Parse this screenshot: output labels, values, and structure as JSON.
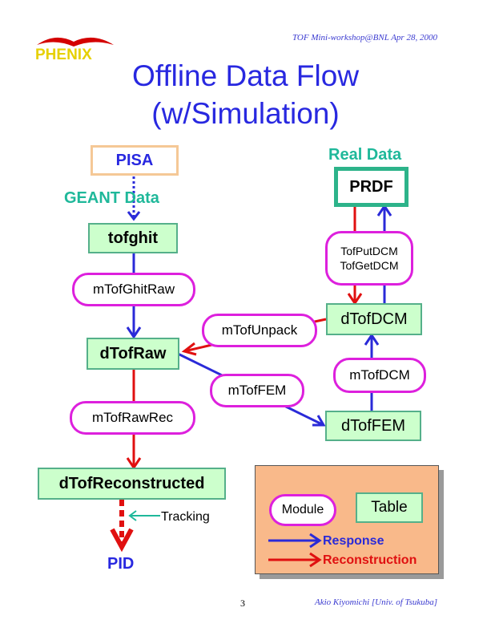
{
  "header": {
    "event": "TOF Mini-workshop@BNL   Apr 28, 2000",
    "logo": "PHENIX"
  },
  "title": {
    "line1": "Offline Data Flow",
    "line2": "(w/Simulation)"
  },
  "sources": {
    "pisa": "PISA",
    "geant_data": "GEANT Data",
    "real_data": "Real Data",
    "prdf": "PRDF"
  },
  "tables": {
    "tofghit": "tofghit",
    "dtofraw": "dTofRaw",
    "dtofreconstructed": "dTofReconstructed",
    "dtofdcm": "dTofDCM",
    "dtoffem": "dTofFEM"
  },
  "modules": {
    "mtofghitraw": "mTofGhitRaw",
    "mtofrawrec": "mTofRawRec",
    "mtofunpack": "mTofUnpack",
    "mtoffem": "mTofFEM",
    "mtofdcm": "mTofDCM",
    "tofputdcm": "TofPutDCM",
    "tofgetdcm": "TofGetDCM"
  },
  "output": {
    "tracking": "Tracking",
    "pid": "PID"
  },
  "legend": {
    "module": "Module",
    "table": "Table",
    "response": "Response",
    "reconstruction": "Reconstruction"
  },
  "footer": {
    "page": "3",
    "author": "Akio Kiyomichi [Univ. of Tsukuba]"
  },
  "colors": {
    "title": "#2828e0",
    "source_text": "#2828e0",
    "data_label": "#1fb89a",
    "response_arrow": "#2a2ad8",
    "reconstruction_arrow": "#e01010",
    "module_border": "#dd20dd",
    "table_fill": "#ccffcc",
    "table_border": "#55b08a",
    "legend_fill": "#f9b98a",
    "logo": "#e6d000"
  }
}
